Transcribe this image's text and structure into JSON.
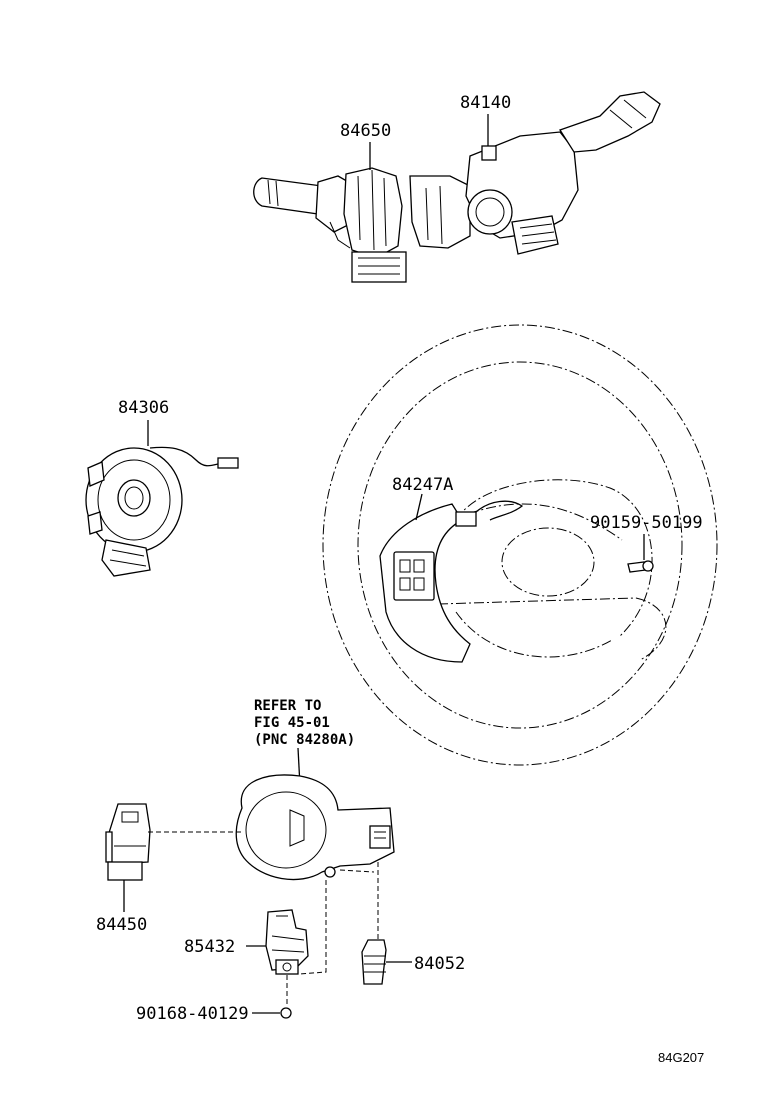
{
  "parts": {
    "p84650": "84650",
    "p84140": "84140",
    "p84306": "84306",
    "p84247A": "84247A",
    "p90159": "90159-50199",
    "p84450": "84450",
    "p85432": "85432",
    "p84052": "84052",
    "p90168": "90168-40129"
  },
  "note": {
    "line1": "REFER TO",
    "line2": "FIG 45-01",
    "line3": "(PNC 84280A)"
  },
  "figure_code": "84G207"
}
